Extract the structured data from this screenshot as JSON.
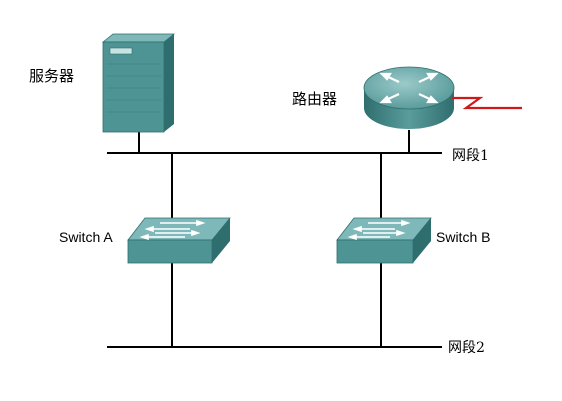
{
  "diagram": {
    "nodes": {
      "server": {
        "label": "服务器",
        "icon": "server-icon"
      },
      "router": {
        "label": "路由器",
        "icon": "router-icon"
      },
      "switch_a": {
        "label": "Switch A",
        "icon": "switch-icon"
      },
      "switch_b": {
        "label": "Switch B",
        "icon": "switch-icon"
      }
    },
    "segments": {
      "seg1": {
        "label": "网段1"
      },
      "seg2": {
        "label": "网段2"
      }
    },
    "colors": {
      "device_face": "#4f9494",
      "device_top": "#7fb8b8",
      "device_side": "#2f6e6e",
      "line": "#000000",
      "wan_link": "#d01818"
    }
  }
}
